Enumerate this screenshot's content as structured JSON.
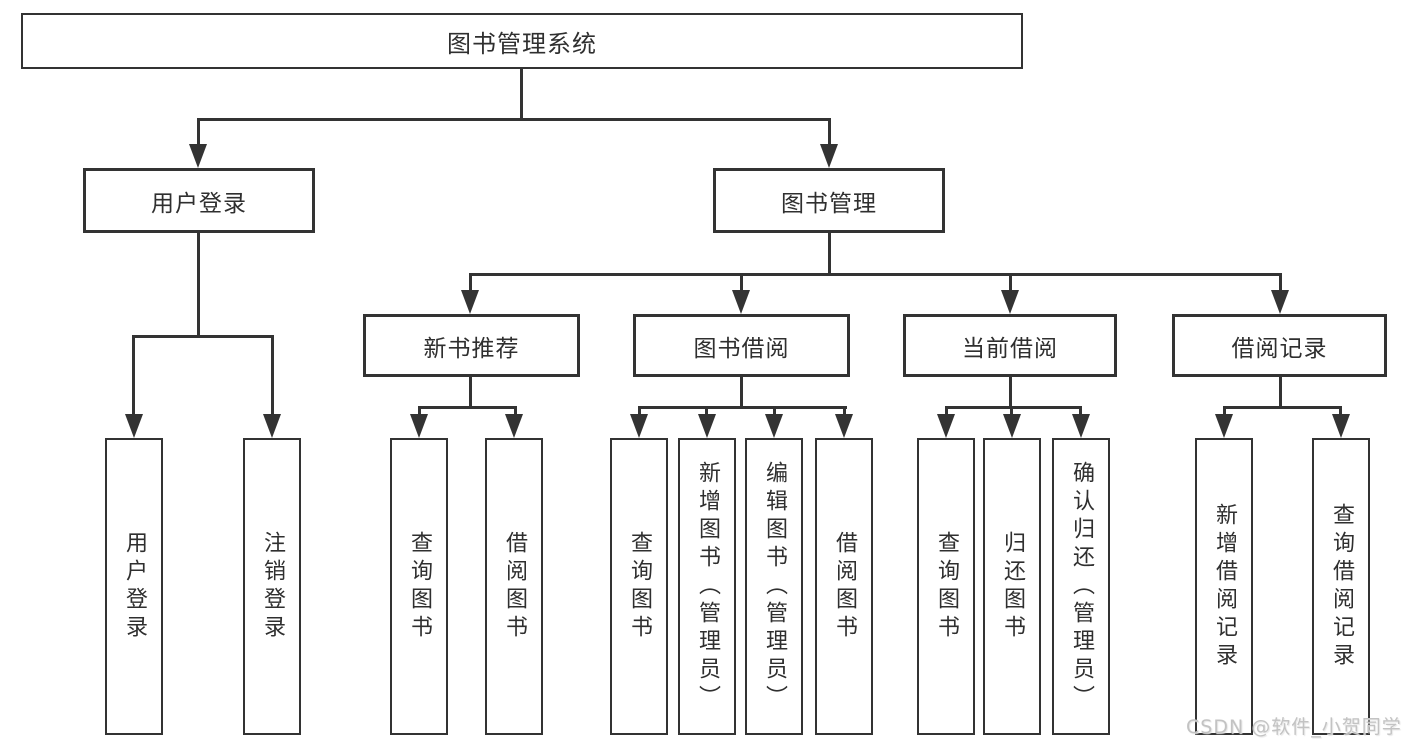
{
  "diagram_title": "图书管理系统",
  "nodes": {
    "root": "图书管理系统",
    "level2": [
      "用户登录",
      "图书管理"
    ],
    "level3": [
      "新书推荐",
      "图书借阅",
      "当前借阅",
      "借阅记录"
    ],
    "leaves": [
      "用户登录",
      "注销登录",
      "查询图书",
      "借阅图书",
      "查询图书",
      "新增图书（管理员）",
      "编辑图书（管理员）",
      "借阅图书",
      "查询图书",
      "归还图书",
      "确认归还（管理员）",
      "新增借阅记录",
      "查询借阅记录"
    ]
  },
  "watermark": "CSDN @软件_小贺同学",
  "colors": {
    "line": "#333333",
    "text": "#2f2f2f",
    "background": "#ffffff",
    "watermark": "#c3c3c3"
  }
}
